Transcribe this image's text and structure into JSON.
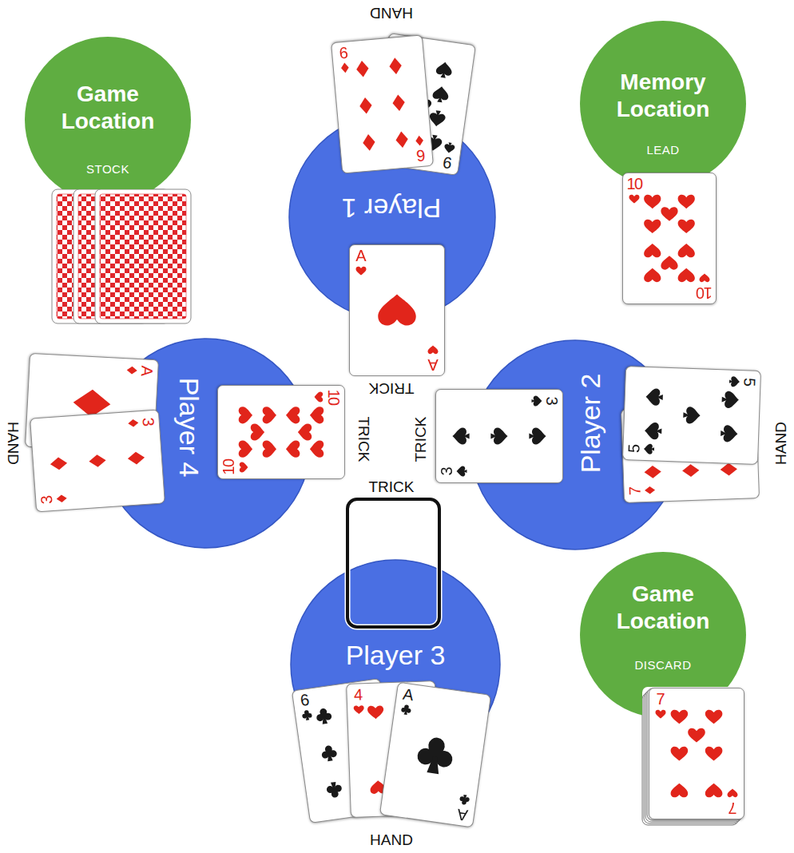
{
  "diagram": {
    "nodes": [
      {
        "text": [
          "Game Location",
          "STOCK"
        ]
      },
      {
        "text": [
          "Player 1"
        ]
      },
      {
        "text": [
          "Memory Location",
          "LEAD"
        ]
      },
      {
        "text": [
          "Player 4"
        ]
      },
      {
        "text": [
          "Player 2"
        ]
      },
      {
        "text": [
          "Player 3"
        ]
      },
      {
        "text": [
          "Game Location",
          "DISCARD"
        ]
      },
      {
        "text": [
          "9"
        ]
      },
      {
        "text": [
          "6",
          "6"
        ]
      },
      {
        "text": [
          "10",
          "10"
        ]
      },
      {
        "text": [
          "A",
          "A"
        ]
      },
      {
        "text": [
          "A"
        ]
      },
      {
        "text": [
          "3",
          "3"
        ]
      },
      {
        "text": [
          "10",
          "10"
        ]
      },
      {
        "text": [
          "3",
          "3"
        ]
      },
      {
        "text": [
          "7"
        ]
      },
      {
        "text": [
          "5",
          "5"
        ]
      },
      {
        "text": [
          "6"
        ]
      },
      {
        "text": [
          "4"
        ]
      },
      {
        "text": [
          "A",
          "A"
        ]
      },
      {
        "text": [
          "7",
          "7"
        ]
      }
    ],
    "labels": [
      "HAND",
      "TRICK",
      "TRICK",
      "TRICK",
      "TRICK",
      "HAND",
      "HAND",
      "HAND"
    ]
  }
}
